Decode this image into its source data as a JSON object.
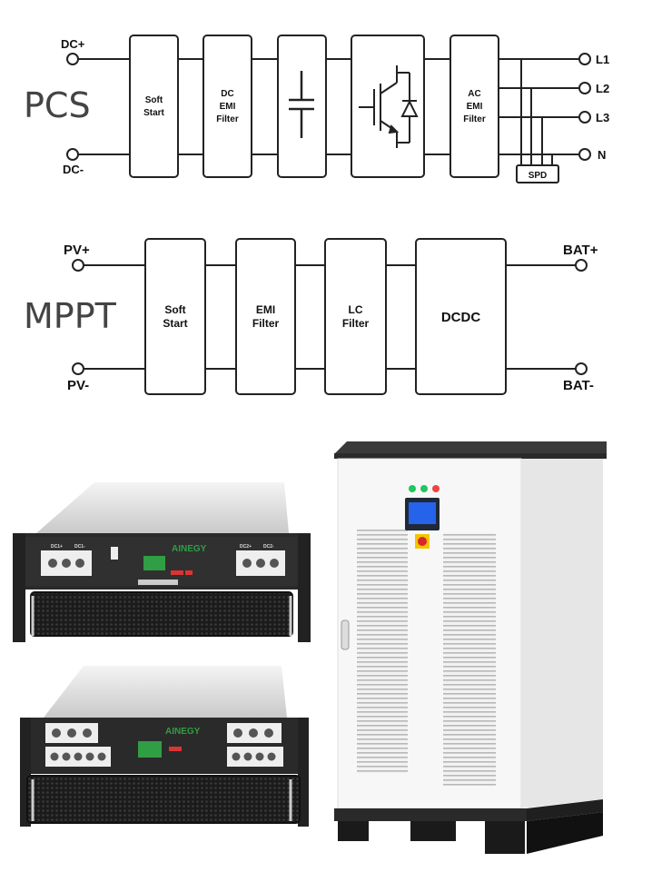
{
  "pcs": {
    "title": "PCS",
    "terminals_left": [
      "DC+",
      "DC-"
    ],
    "terminals_right": [
      "L1",
      "L2",
      "L3",
      "N"
    ],
    "blocks": [
      {
        "lines": [
          "Soft",
          "Start"
        ]
      },
      {
        "lines": [
          "DC",
          "EMI",
          "Filter"
        ]
      },
      {
        "lines": [],
        "icon": "capacitor-icon"
      },
      {
        "lines": [],
        "icon": "igbt-icon"
      },
      {
        "lines": [
          "AC",
          "EMI",
          "Filter"
        ]
      }
    ],
    "spd_label": "SPD"
  },
  "mppt": {
    "title": "MPPT",
    "terminals_left": [
      "PV+",
      "PV-"
    ],
    "terminals_right": [
      "BAT+",
      "BAT-"
    ],
    "blocks": [
      {
        "lines": [
          "Soft",
          "Start"
        ]
      },
      {
        "lines": [
          "EMI",
          "Filter"
        ]
      },
      {
        "lines": [
          "LC",
          "Filter"
        ]
      },
      {
        "lines": [
          "DCDC"
        ]
      }
    ]
  },
  "products": {
    "module_top": {
      "brand": "AINEGY",
      "connector_labels": [
        "DC1+",
        "DC1-",
        "DC2+",
        "DC2-"
      ]
    },
    "module_bottom": {
      "brand": "AINEGY"
    },
    "cabinet": {
      "indicator_colors": [
        "#22c55e",
        "#22c55e",
        "#ef4444"
      ],
      "screen_color": "#2563eb"
    }
  }
}
